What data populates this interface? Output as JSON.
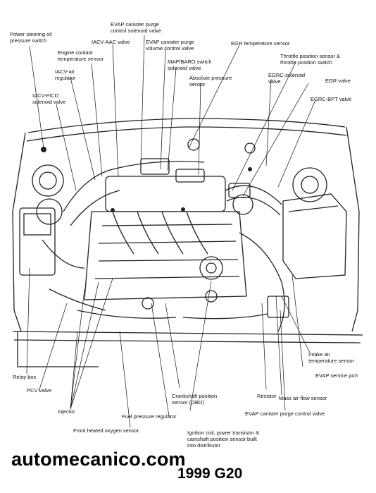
{
  "labels": {
    "power_steering_oil_pressure_switch": "Power steering oil\npressure switch",
    "evap_canister_purge_control_solenoid_valve": "EVAP canister purge\ncontrol solenoid valve",
    "iacv_aac_valve": "IACV-AAC valve",
    "evap_canister_purge_volume_control_valve": "EVAP canister purge\nvolume control valve",
    "egr_temperature_sensor": "EGR temperature sensor",
    "engine_coolant_temperature_sensor": "Engine coolant\ntemperature sensor",
    "throttle_position_sensor": "Throttle position sensor &\nthrottle position switch",
    "iacv_air_regulator": "IACV-air\nregulator",
    "map_baro_switch_solenoid_valve": "MAP/BARO switch\nsolenoid valve",
    "egrc_solenoid_valve": "EGRC-solenoid\nvalve",
    "egr_valve": "EGR valve",
    "absolute_pressure_sensor": "Absolute pressure\nsensor",
    "iacv_ficd_solenoid_valve": "IACV-FICD\nsolenoid valve",
    "egrc_bpt_valve": "EGRC-BPT valve",
    "intake_air_temperature_sensor": "Intake air\ntemperature sensor",
    "relay_box": "Relay box",
    "evap_service_port": "EVAP service port",
    "pcv_valve": "PCV valve",
    "crankshaft_position_sensor": "Crankshaft position\nsensor (OBD)",
    "resistor": "Resistor",
    "mass_air_flow_sensor": "Mass air flow sensor",
    "injector": "Injector",
    "fuel_pressure_regulator": "Fuel pressure regulator",
    "evap_canister_purge_control_valve": "EVAP canister purge control valve",
    "front_heated_oxygen_sensor": "Front heated oxygen sensor",
    "ignition_coil": "Ignition coil, power transistor &\ncamshaft position sensor built\ninto distributor"
  },
  "brand": "automecanico.com",
  "model": "1999 G20"
}
